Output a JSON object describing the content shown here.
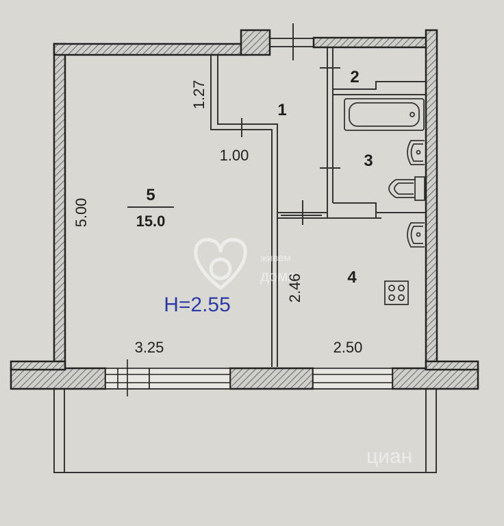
{
  "rooms": [
    {
      "number": "1"
    },
    {
      "number": "2"
    },
    {
      "number": "3"
    },
    {
      "number": "4"
    },
    {
      "number": "5",
      "area": "15.0"
    }
  ],
  "dimensions": {
    "room5_height": "5.00",
    "room5_width": "3.25",
    "room4_width": "2.50",
    "room4_height": "2.46",
    "corridor_width": "1.00",
    "corridor_length": "1.27"
  },
  "ceiling_height": "H=2.55",
  "watermarks": {
    "text_top": "живем",
    "text_bottom": "дома",
    "corner_logo": "циан"
  },
  "colors": {
    "paper": "#d9d8d3",
    "wall_outline": "#222222",
    "hatch": "#777777",
    "height_label": "#2c3aa3"
  }
}
